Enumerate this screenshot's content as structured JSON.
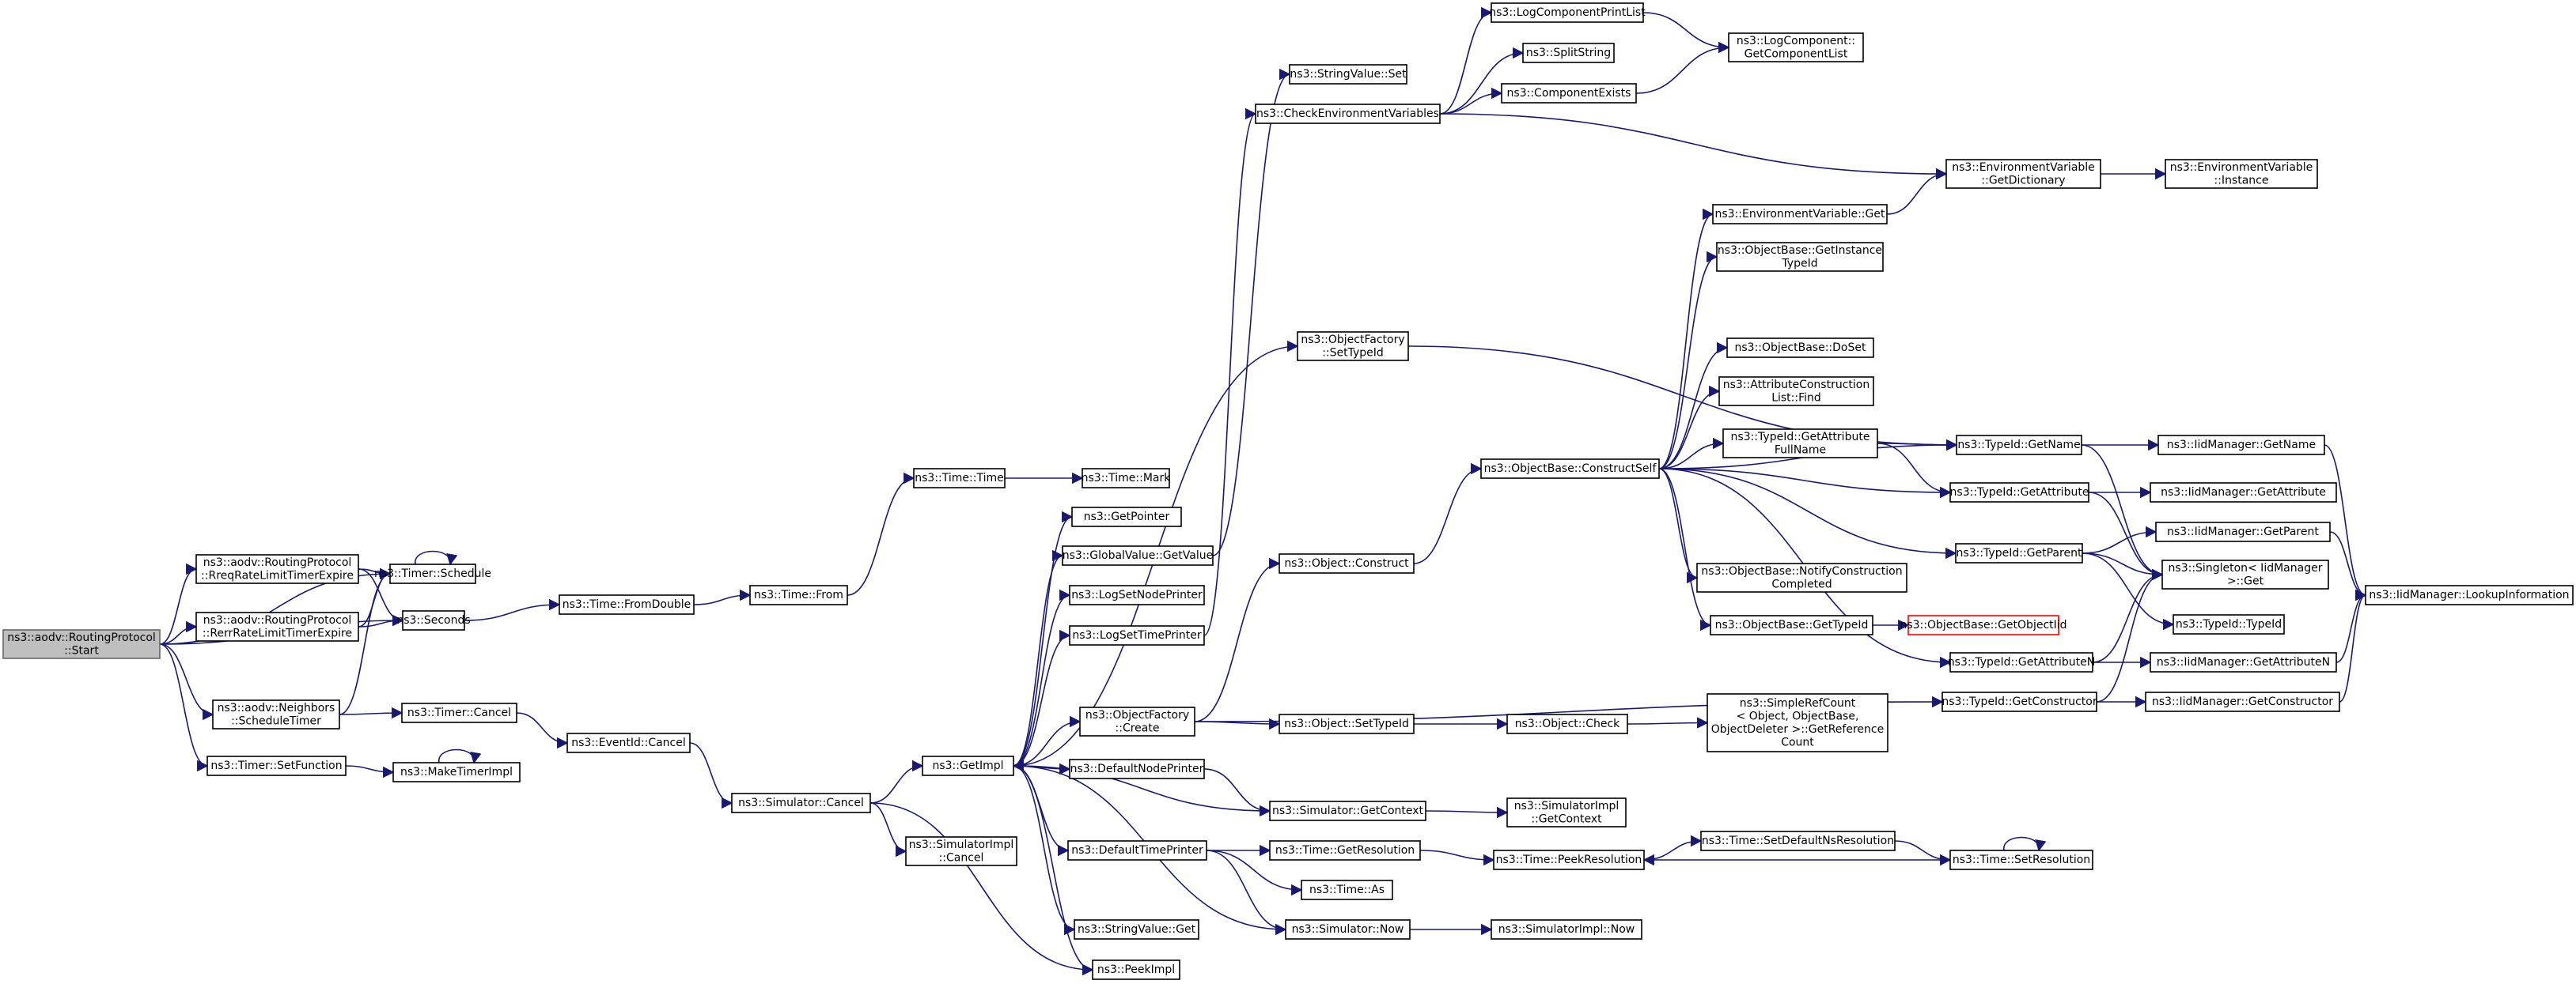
{
  "diagram": {
    "title": "",
    "edge_color": "#191970",
    "root_fill": "#bfbfbf",
    "warn_color": "#ff0000",
    "nodes": [
      {
        "id": "start",
        "lines": [
          "ns3::aodv::RoutingProtocol",
          "::Start"
        ],
        "style": "root"
      },
      {
        "id": "rreq",
        "lines": [
          "ns3::aodv::RoutingProtocol",
          "::RreqRateLimitTimerExpire"
        ]
      },
      {
        "id": "rerr",
        "lines": [
          "ns3::aodv::RoutingProtocol",
          "::RerrRateLimitTimerExpire"
        ]
      },
      {
        "id": "nbr",
        "lines": [
          "ns3::aodv::Neighbors",
          "::ScheduleTimer"
        ]
      },
      {
        "id": "setfunc",
        "lines": [
          "ns3::Timer::SetFunction"
        ]
      },
      {
        "id": "tsched",
        "lines": [
          "ns3::Timer::Schedule"
        ]
      },
      {
        "id": "seconds",
        "lines": [
          "ns3::Seconds"
        ]
      },
      {
        "id": "tcancel",
        "lines": [
          "ns3::Timer::Cancel"
        ]
      },
      {
        "id": "mkimpl",
        "lines": [
          "ns3::MakeTimerImpl"
        ]
      },
      {
        "id": "fromdouble",
        "lines": [
          "ns3::Time::FromDouble"
        ]
      },
      {
        "id": "evcancel",
        "lines": [
          "ns3::EventId::Cancel"
        ]
      },
      {
        "id": "timefrom",
        "lines": [
          "ns3::Time::From"
        ]
      },
      {
        "id": "simcancel",
        "lines": [
          "ns3::Simulator::Cancel"
        ]
      },
      {
        "id": "timetime",
        "lines": [
          "ns3::Time::Time"
        ]
      },
      {
        "id": "simimplcancel",
        "lines": [
          "ns3::SimulatorImpl",
          "::Cancel"
        ]
      },
      {
        "id": "getimpl",
        "lines": [
          "ns3::GetImpl"
        ]
      },
      {
        "id": "timemark",
        "lines": [
          "ns3::Time::Mark"
        ]
      },
      {
        "id": "getptr",
        "lines": [
          "ns3::GetPointer"
        ]
      },
      {
        "id": "gvget",
        "lines": [
          "ns3::GlobalValue::GetValue"
        ]
      },
      {
        "id": "lsnp",
        "lines": [
          "ns3::LogSetNodePrinter"
        ]
      },
      {
        "id": "lstp",
        "lines": [
          "ns3::LogSetTimePrinter"
        ]
      },
      {
        "id": "ofcreate",
        "lines": [
          "ns3::ObjectFactory",
          "::Create"
        ]
      },
      {
        "id": "dnp",
        "lines": [
          "ns3::DefaultNodePrinter"
        ]
      },
      {
        "id": "dtp",
        "lines": [
          "ns3::DefaultTimePrinter"
        ]
      },
      {
        "id": "svget",
        "lines": [
          "ns3::StringValue::Get"
        ]
      },
      {
        "id": "peekimpl",
        "lines": [
          "ns3::PeekImpl"
        ]
      },
      {
        "id": "svset",
        "lines": [
          "ns3::StringValue::Set"
        ]
      },
      {
        "id": "cev",
        "lines": [
          "ns3::CheckEnvironmentVariables"
        ]
      },
      {
        "id": "ofsettid",
        "lines": [
          "ns3::ObjectFactory",
          "::SetTypeId"
        ]
      },
      {
        "id": "objconstruct",
        "lines": [
          "ns3::Object::Construct"
        ]
      },
      {
        "id": "objsettid",
        "lines": [
          "ns3::Object::SetTypeId"
        ]
      },
      {
        "id": "simctx",
        "lines": [
          "ns3::Simulator::GetContext"
        ]
      },
      {
        "id": "timegetres",
        "lines": [
          "ns3::Time::GetResolution"
        ]
      },
      {
        "id": "timeas",
        "lines": [
          "ns3::Time::As"
        ]
      },
      {
        "id": "simnow",
        "lines": [
          "ns3::Simulator::Now"
        ]
      },
      {
        "id": "lcpl",
        "lines": [
          "ns3::LogComponentPrintList"
        ]
      },
      {
        "id": "split",
        "lines": [
          "ns3::SplitString"
        ]
      },
      {
        "id": "compexists",
        "lines": [
          "ns3::ComponentExists"
        ]
      },
      {
        "id": "obconstructself",
        "lines": [
          "ns3::ObjectBase::ConstructSelf"
        ]
      },
      {
        "id": "objcheck",
        "lines": [
          "ns3::Object::Check"
        ]
      },
      {
        "id": "simimplctx",
        "lines": [
          "ns3::SimulatorImpl",
          "::GetContext"
        ]
      },
      {
        "id": "peekres",
        "lines": [
          "ns3::Time::PeekResolution"
        ]
      },
      {
        "id": "simimplnow",
        "lines": [
          "ns3::SimulatorImpl::Now"
        ]
      },
      {
        "id": "lcgcl",
        "lines": [
          "ns3::LogComponent::",
          "GetComponentList"
        ]
      },
      {
        "id": "envget",
        "lines": [
          "ns3::EnvironmentVariable::Get"
        ]
      },
      {
        "id": "obgit",
        "lines": [
          "ns3::ObjectBase::GetInstance",
          "TypeId"
        ]
      },
      {
        "id": "obdoset",
        "lines": [
          "ns3::ObjectBase::DoSet"
        ]
      },
      {
        "id": "aclfind",
        "lines": [
          "ns3::AttributeConstruction",
          "List::Find"
        ]
      },
      {
        "id": "tidgafn",
        "lines": [
          "ns3::TypeId::GetAttribute",
          "FullName"
        ]
      },
      {
        "id": "obncc",
        "lines": [
          "ns3::ObjectBase::NotifyConstruction",
          "Completed"
        ]
      },
      {
        "id": "obgtid",
        "lines": [
          "ns3::ObjectBase::GetTypeId"
        ]
      },
      {
        "id": "src",
        "lines": [
          "ns3::SimpleRefCount",
          "< Object, ObjectBase,",
          "ObjectDeleter >::GetReference",
          "Count"
        ]
      },
      {
        "id": "setdefres",
        "lines": [
          "ns3::Time::SetDefaultNsResolution"
        ]
      },
      {
        "id": "envdict",
        "lines": [
          "ns3::EnvironmentVariable",
          "::GetDictionary"
        ]
      },
      {
        "id": "tidgetname",
        "lines": [
          "ns3::TypeId::GetName"
        ]
      },
      {
        "id": "tidgetattr",
        "lines": [
          "ns3::TypeId::GetAttribute"
        ]
      },
      {
        "id": "tidgetparent",
        "lines": [
          "ns3::TypeId::GetParent"
        ]
      },
      {
        "id": "tidtid",
        "lines": [
          "ns3::TypeId::TypeId"
        ]
      },
      {
        "id": "tidgetattrn",
        "lines": [
          "ns3::TypeId::GetAttributeN"
        ]
      },
      {
        "id": "tidgetctor",
        "lines": [
          "ns3::TypeId::GetConstructor"
        ]
      },
      {
        "id": "setres",
        "lines": [
          "ns3::Time::SetResolution"
        ]
      },
      {
        "id": "obgetoid",
        "lines": [
          "ns3::ObjectBase::GetObjectIid"
        ],
        "style": "warn"
      },
      {
        "id": "envinst",
        "lines": [
          "ns3::EnvironmentVariable",
          "::Instance"
        ]
      },
      {
        "id": "iidgetname",
        "lines": [
          "ns3::IidManager::GetName"
        ]
      },
      {
        "id": "iidgetattr",
        "lines": [
          "ns3::IidManager::GetAttribute"
        ]
      },
      {
        "id": "iidgetparent",
        "lines": [
          "ns3::IidManager::GetParent"
        ]
      },
      {
        "id": "singleton",
        "lines": [
          "ns3::Singleton< IidManager",
          " >::Get"
        ]
      },
      {
        "id": "iidgetattrn",
        "lines": [
          "ns3::IidManager::GetAttributeN"
        ]
      },
      {
        "id": "iidgetctor",
        "lines": [
          "ns3::IidManager::GetConstructor"
        ]
      },
      {
        "id": "iidlookup",
        "lines": [
          "ns3::IidManager::LookupInformation"
        ]
      }
    ],
    "edges": [
      [
        "start",
        "rreq"
      ],
      [
        "start",
        "rerr"
      ],
      [
        "start",
        "nbr"
      ],
      [
        "start",
        "setfunc"
      ],
      [
        "start",
        "tsched"
      ],
      [
        "start",
        "seconds"
      ],
      [
        "rreq",
        "tsched"
      ],
      [
        "rreq",
        "seconds"
      ],
      [
        "rerr",
        "tsched"
      ],
      [
        "rerr",
        "seconds"
      ],
      [
        "nbr",
        "tsched"
      ],
      [
        "nbr",
        "tcancel"
      ],
      [
        "setfunc",
        "mkimpl"
      ],
      [
        "tsched",
        "tsched"
      ],
      [
        "mkimpl",
        "mkimpl"
      ],
      [
        "seconds",
        "fromdouble"
      ],
      [
        "tcancel",
        "evcancel"
      ],
      [
        "fromdouble",
        "timefrom"
      ],
      [
        "timefrom",
        "timetime"
      ],
      [
        "timetime",
        "timemark"
      ],
      [
        "evcancel",
        "simcancel"
      ],
      [
        "simcancel",
        "getimpl"
      ],
      [
        "simcancel",
        "simimplcancel"
      ],
      [
        "simcancel",
        "peekimpl"
      ],
      [
        "getimpl",
        "getptr"
      ],
      [
        "getimpl",
        "gvget"
      ],
      [
        "getimpl",
        "lsnp"
      ],
      [
        "getimpl",
        "lstp"
      ],
      [
        "getimpl",
        "ofcreate"
      ],
      [
        "getimpl",
        "ofsettid"
      ],
      [
        "getimpl",
        "dnp"
      ],
      [
        "getimpl",
        "dtp"
      ],
      [
        "getimpl",
        "svget"
      ],
      [
        "getimpl",
        "peekimpl"
      ],
      [
        "gvget",
        "svset"
      ],
      [
        "lstp",
        "cev"
      ],
      [
        "ofcreate",
        "objconstruct"
      ],
      [
        "ofcreate",
        "objsettid"
      ],
      [
        "ofcreate",
        "tidgetctor"
      ],
      [
        "dnp",
        "simctx"
      ],
      [
        "dtp",
        "timegetres"
      ],
      [
        "dtp",
        "timeas"
      ],
      [
        "dtp",
        "simnow"
      ],
      [
        "simctx",
        "getimpl"
      ],
      [
        "simctx",
        "simimplctx"
      ],
      [
        "simnow",
        "getimpl"
      ],
      [
        "simnow",
        "simimplnow"
      ],
      [
        "cev",
        "lcpl"
      ],
      [
        "cev",
        "split"
      ],
      [
        "cev",
        "compexists"
      ],
      [
        "cev",
        "envdict"
      ],
      [
        "lcpl",
        "lcgcl"
      ],
      [
        "compexists",
        "lcgcl"
      ],
      [
        "ofsettid",
        "tidgetname"
      ],
      [
        "objconstruct",
        "obconstructself"
      ],
      [
        "objsettid",
        "objcheck"
      ],
      [
        "objcheck",
        "src"
      ],
      [
        "timegetres",
        "peekres"
      ],
      [
        "peekres",
        "setdefres"
      ],
      [
        "setdefres",
        "setres"
      ],
      [
        "setres",
        "peekres"
      ],
      [
        "setres",
        "setres"
      ],
      [
        "obconstructself",
        "envget"
      ],
      [
        "obconstructself",
        "obgit"
      ],
      [
        "obconstructself",
        "obdoset"
      ],
      [
        "obconstructself",
        "aclfind"
      ],
      [
        "obconstructself",
        "tidgafn"
      ],
      [
        "obconstructself",
        "tidgetname"
      ],
      [
        "obconstructself",
        "tidgetattr"
      ],
      [
        "obconstructself",
        "obncc"
      ],
      [
        "obconstructself",
        "tidgetparent"
      ],
      [
        "obconstructself",
        "obgtid"
      ],
      [
        "obconstructself",
        "tidgetattrn"
      ],
      [
        "envget",
        "envdict"
      ],
      [
        "envdict",
        "envinst"
      ],
      [
        "tidgafn",
        "tidgetname"
      ],
      [
        "tidgafn",
        "tidgetattr"
      ],
      [
        "obgtid",
        "obgetoid"
      ],
      [
        "tidgetname",
        "iidgetname"
      ],
      [
        "tidgetname",
        "singleton"
      ],
      [
        "tidgetattr",
        "iidgetattr"
      ],
      [
        "tidgetattr",
        "singleton"
      ],
      [
        "tidgetparent",
        "iidgetparent"
      ],
      [
        "tidgetparent",
        "singleton"
      ],
      [
        "tidgetparent",
        "tidtid"
      ],
      [
        "tidgetattrn",
        "iidgetattrn"
      ],
      [
        "tidgetattrn",
        "singleton"
      ],
      [
        "tidgetctor",
        "iidgetctor"
      ],
      [
        "tidgetctor",
        "singleton"
      ],
      [
        "iidgetname",
        "iidlookup"
      ],
      [
        "iidgetparent",
        "iidlookup"
      ],
      [
        "iidgetattrn",
        "iidlookup"
      ],
      [
        "iidgetctor",
        "iidlookup"
      ]
    ]
  }
}
